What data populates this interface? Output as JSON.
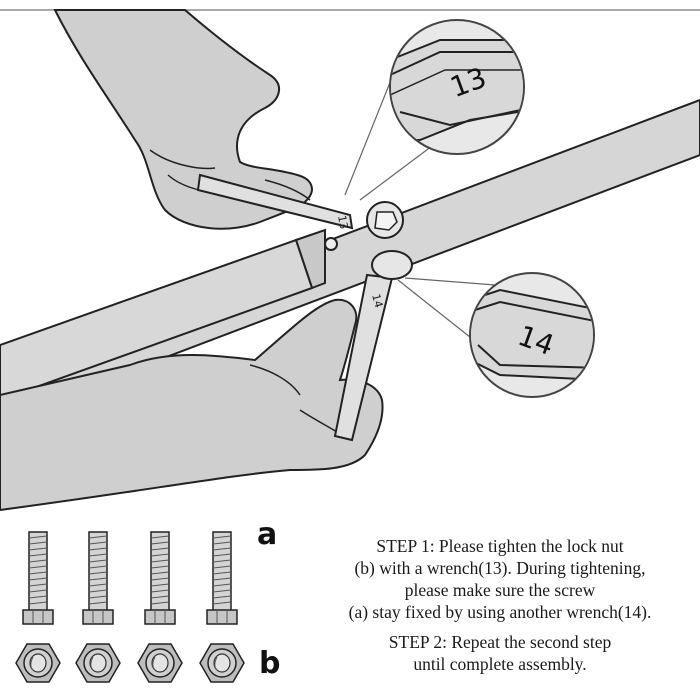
{
  "zoom_top": {
    "number": "13"
  },
  "zoom_bottom": {
    "number": "14"
  },
  "parts": {
    "bolts_label": "a",
    "nuts_label": "b"
  },
  "instructions": {
    "step1_line1": "STEP 1: Please tighten the lock nut",
    "step1_line2": "(b) with a wrench(13). During tightening,",
    "step1_line3": "please make sure the screw",
    "step1_line4": "(a) stay fixed by using another wrench(14).",
    "step2_line1": "STEP 2: Repeat the second step",
    "step2_line2": "until complete assembly."
  },
  "colors": {
    "line": "#2a2a2a",
    "fill_light": "#dcdcdc",
    "fill_mid": "#c4c4c4",
    "skin": "#cfcfcf"
  }
}
